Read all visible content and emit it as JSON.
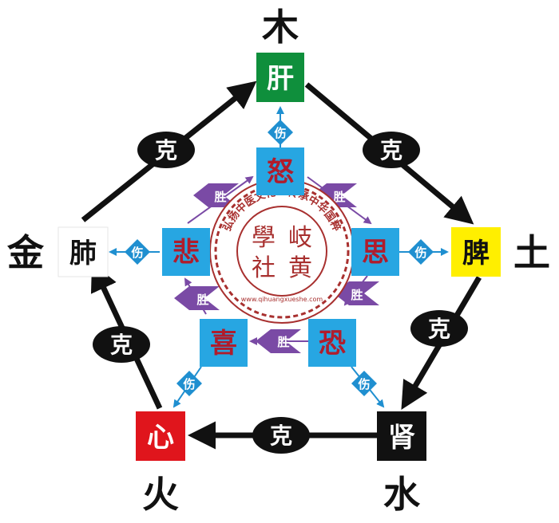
{
  "elements": {
    "wood": "木",
    "earth": "土",
    "water": "水",
    "fire": "火",
    "metal": "金"
  },
  "organs": {
    "liver": "肝",
    "spleen": "脾",
    "kidney": "肾",
    "heart": "心",
    "lung": "肺"
  },
  "emotions": {
    "anger": "怒",
    "thought": "思",
    "fear": "恐",
    "joy": "喜",
    "grief": "悲"
  },
  "relations": {
    "restrain": "克",
    "harm": "伤",
    "overcome": "胜"
  },
  "seal": {
    "chars": [
      "學",
      "岐",
      "社",
      "黄"
    ],
    "ring_text": "弘扬中医文化 · 传承中华国粹",
    "url": "www.qihuangxueshe.com"
  },
  "colors": {
    "liver": "#0f8f3c",
    "spleen": "#ffef00",
    "kidney": "#111111",
    "heart": "#e0151c",
    "lung": "#ffffff",
    "emotion_box": "#27a6e2",
    "emotion_text": "#b01c2c",
    "overcome_tag": "#7a4aa5",
    "harm_tag": "#1f8fd0",
    "restrain_tag": "#111111",
    "seal": "#a8302f"
  }
}
